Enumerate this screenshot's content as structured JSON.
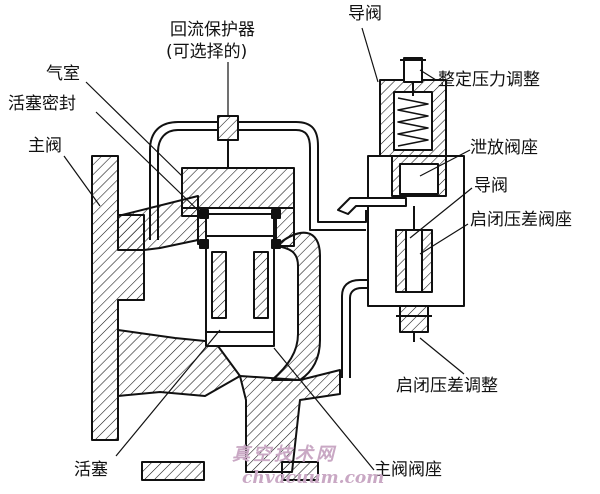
{
  "labels": {
    "backflow_protector": "回流保护器",
    "optional_note": "(可选择的)",
    "pilot_valve_top": "导阀",
    "set_pressure_adjust": "整定压力调整",
    "air_chamber": "气室",
    "piston_seal": "活塞密封",
    "main_valve": "主阀",
    "relief_valve_seat": "泄放阀座",
    "pilot_valve": "导阀",
    "blowdown_seat": "启闭压差阀座",
    "blowdown_adjust": "启闭压差调整",
    "piston": "活塞",
    "main_valve_seat": "主阀阀座"
  },
  "watermark": {
    "cn": "真空技术网",
    "url": "chvacuum.com"
  },
  "colors": {
    "line": "#111111",
    "watermark": "#c9a8c4"
  }
}
